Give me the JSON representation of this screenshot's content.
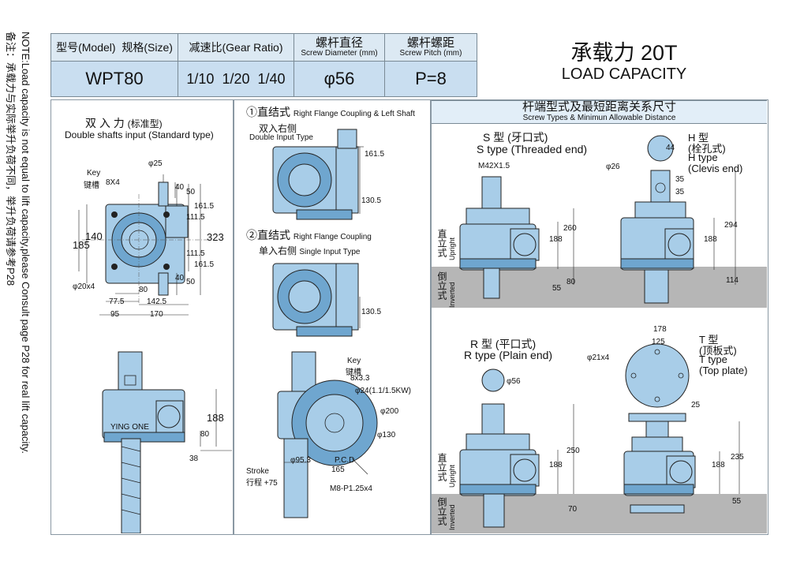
{
  "side_note": {
    "line1": "备注：承载力与实际举升负荷不同，举升负荷请参考P28",
    "line2": "NOTE:Load capacity is not equal to lift capacity,please Consult page P28 for real lift capacity."
  },
  "spec_table": {
    "col_model_cn": "型号(Model)",
    "col_size_cn": "规格(Size)",
    "col_ratio": "减速比(Gear Ratio)",
    "col_diameter_cn": "螺杆直径",
    "col_diameter_en": "Screw Diameter (mm)",
    "col_pitch_cn": "螺杆螺距",
    "col_pitch_en": "Screw Pitch (mm)",
    "model": "WPT80",
    "ratios": [
      "1/10",
      "1/20",
      "1/40"
    ],
    "diameter": "φ56",
    "pitch": "P=8"
  },
  "load": {
    "cn": "承载力 20T",
    "en": "LOAD CAPACITY"
  },
  "screw_types_header": {
    "cn": "杆端型式及最短距离关系尺寸",
    "en": "Screw Types & Minimun Allowable Distance"
  },
  "double_shaft": {
    "title_cn": "双 入 力",
    "title_tag": "(标准型)",
    "title_en": "Double shafts input (Standard type)",
    "key_en": "Key",
    "key_cn": "键槽",
    "key_size": "8X4",
    "d25": "φ25",
    "d40a": "40",
    "d50a": "50",
    "d1615a": "161.5",
    "d1115a": "111.5",
    "d323": "323",
    "d1115b": "111.5",
    "d1615b": "161.5",
    "d40b": "40",
    "d50b": "50",
    "d140": "140",
    "d185": "185",
    "d20x4": "φ20x4",
    "d80": "80",
    "d775": "77.5",
    "d1425": "142.5",
    "d95": "95",
    "d170": "170",
    "d188": "188",
    "d80b": "80",
    "d38": "38",
    "brand": "YING ONE"
  },
  "flange1": {
    "title_cn": "①直结式",
    "title_en": "Right Flange Coupling & Left Shaft",
    "sub_cn": "双入右侧",
    "sub_en": "Double Input Type",
    "d1615": "161.5",
    "d1305": "130.5"
  },
  "flange2": {
    "title_cn": "②直结式",
    "title_en": "Right Flange Coupling",
    "sub_cn": "单入右侧",
    "sub_en": "Single Input Type",
    "d1305": "130.5"
  },
  "flange_detail": {
    "key_en": "Key",
    "key_cn": "键槽",
    "key_size": "8x3.3",
    "d24": "φ24(1.1/1.5KW)",
    "d200": "φ200",
    "d130": "φ130",
    "pcd": "P.C.D",
    "pcd_val": "165",
    "d953": "φ95.3",
    "stroke_en": "Stroke",
    "stroke_cn": "行程 +75",
    "m8": "M8-P1.25x4"
  },
  "s_type": {
    "title_cn": "S 型 (牙口式)",
    "title_en": "S type (Threaded end)",
    "thread": "M42X1.5",
    "d188": "188",
    "d260": "260",
    "d55": "55",
    "d80": "80"
  },
  "h_type": {
    "title_cn": "H 型",
    "title_cn2": "(栓孔式)",
    "title_en": "H type",
    "title_en2": "(Clevis end)",
    "d44": "44",
    "d26": "φ26",
    "d35a": "35",
    "d35b": "35",
    "d188": "188",
    "d294": "294",
    "d114": "114"
  },
  "r_type": {
    "title_cn": "R 型 (平口式)",
    "title_en": "R type (Plain end)",
    "d56": "φ56",
    "d188": "188",
    "d250": "250",
    "d70": "70"
  },
  "t_type": {
    "title_cn": "T 型",
    "title_cn2": "(顶板式)",
    "title_en": "T type",
    "title_en2": "(Top plate)",
    "d178": "178",
    "d125": "125",
    "d21x4": "φ21x4",
    "d25": "25",
    "d188": "188",
    "d235": "235",
    "d55": "55"
  },
  "side_labels": {
    "upright_cn": "直立式",
    "upright_en": "Upright",
    "inverted_cn": "倒立式",
    "inverted_en": "Inverted"
  }
}
